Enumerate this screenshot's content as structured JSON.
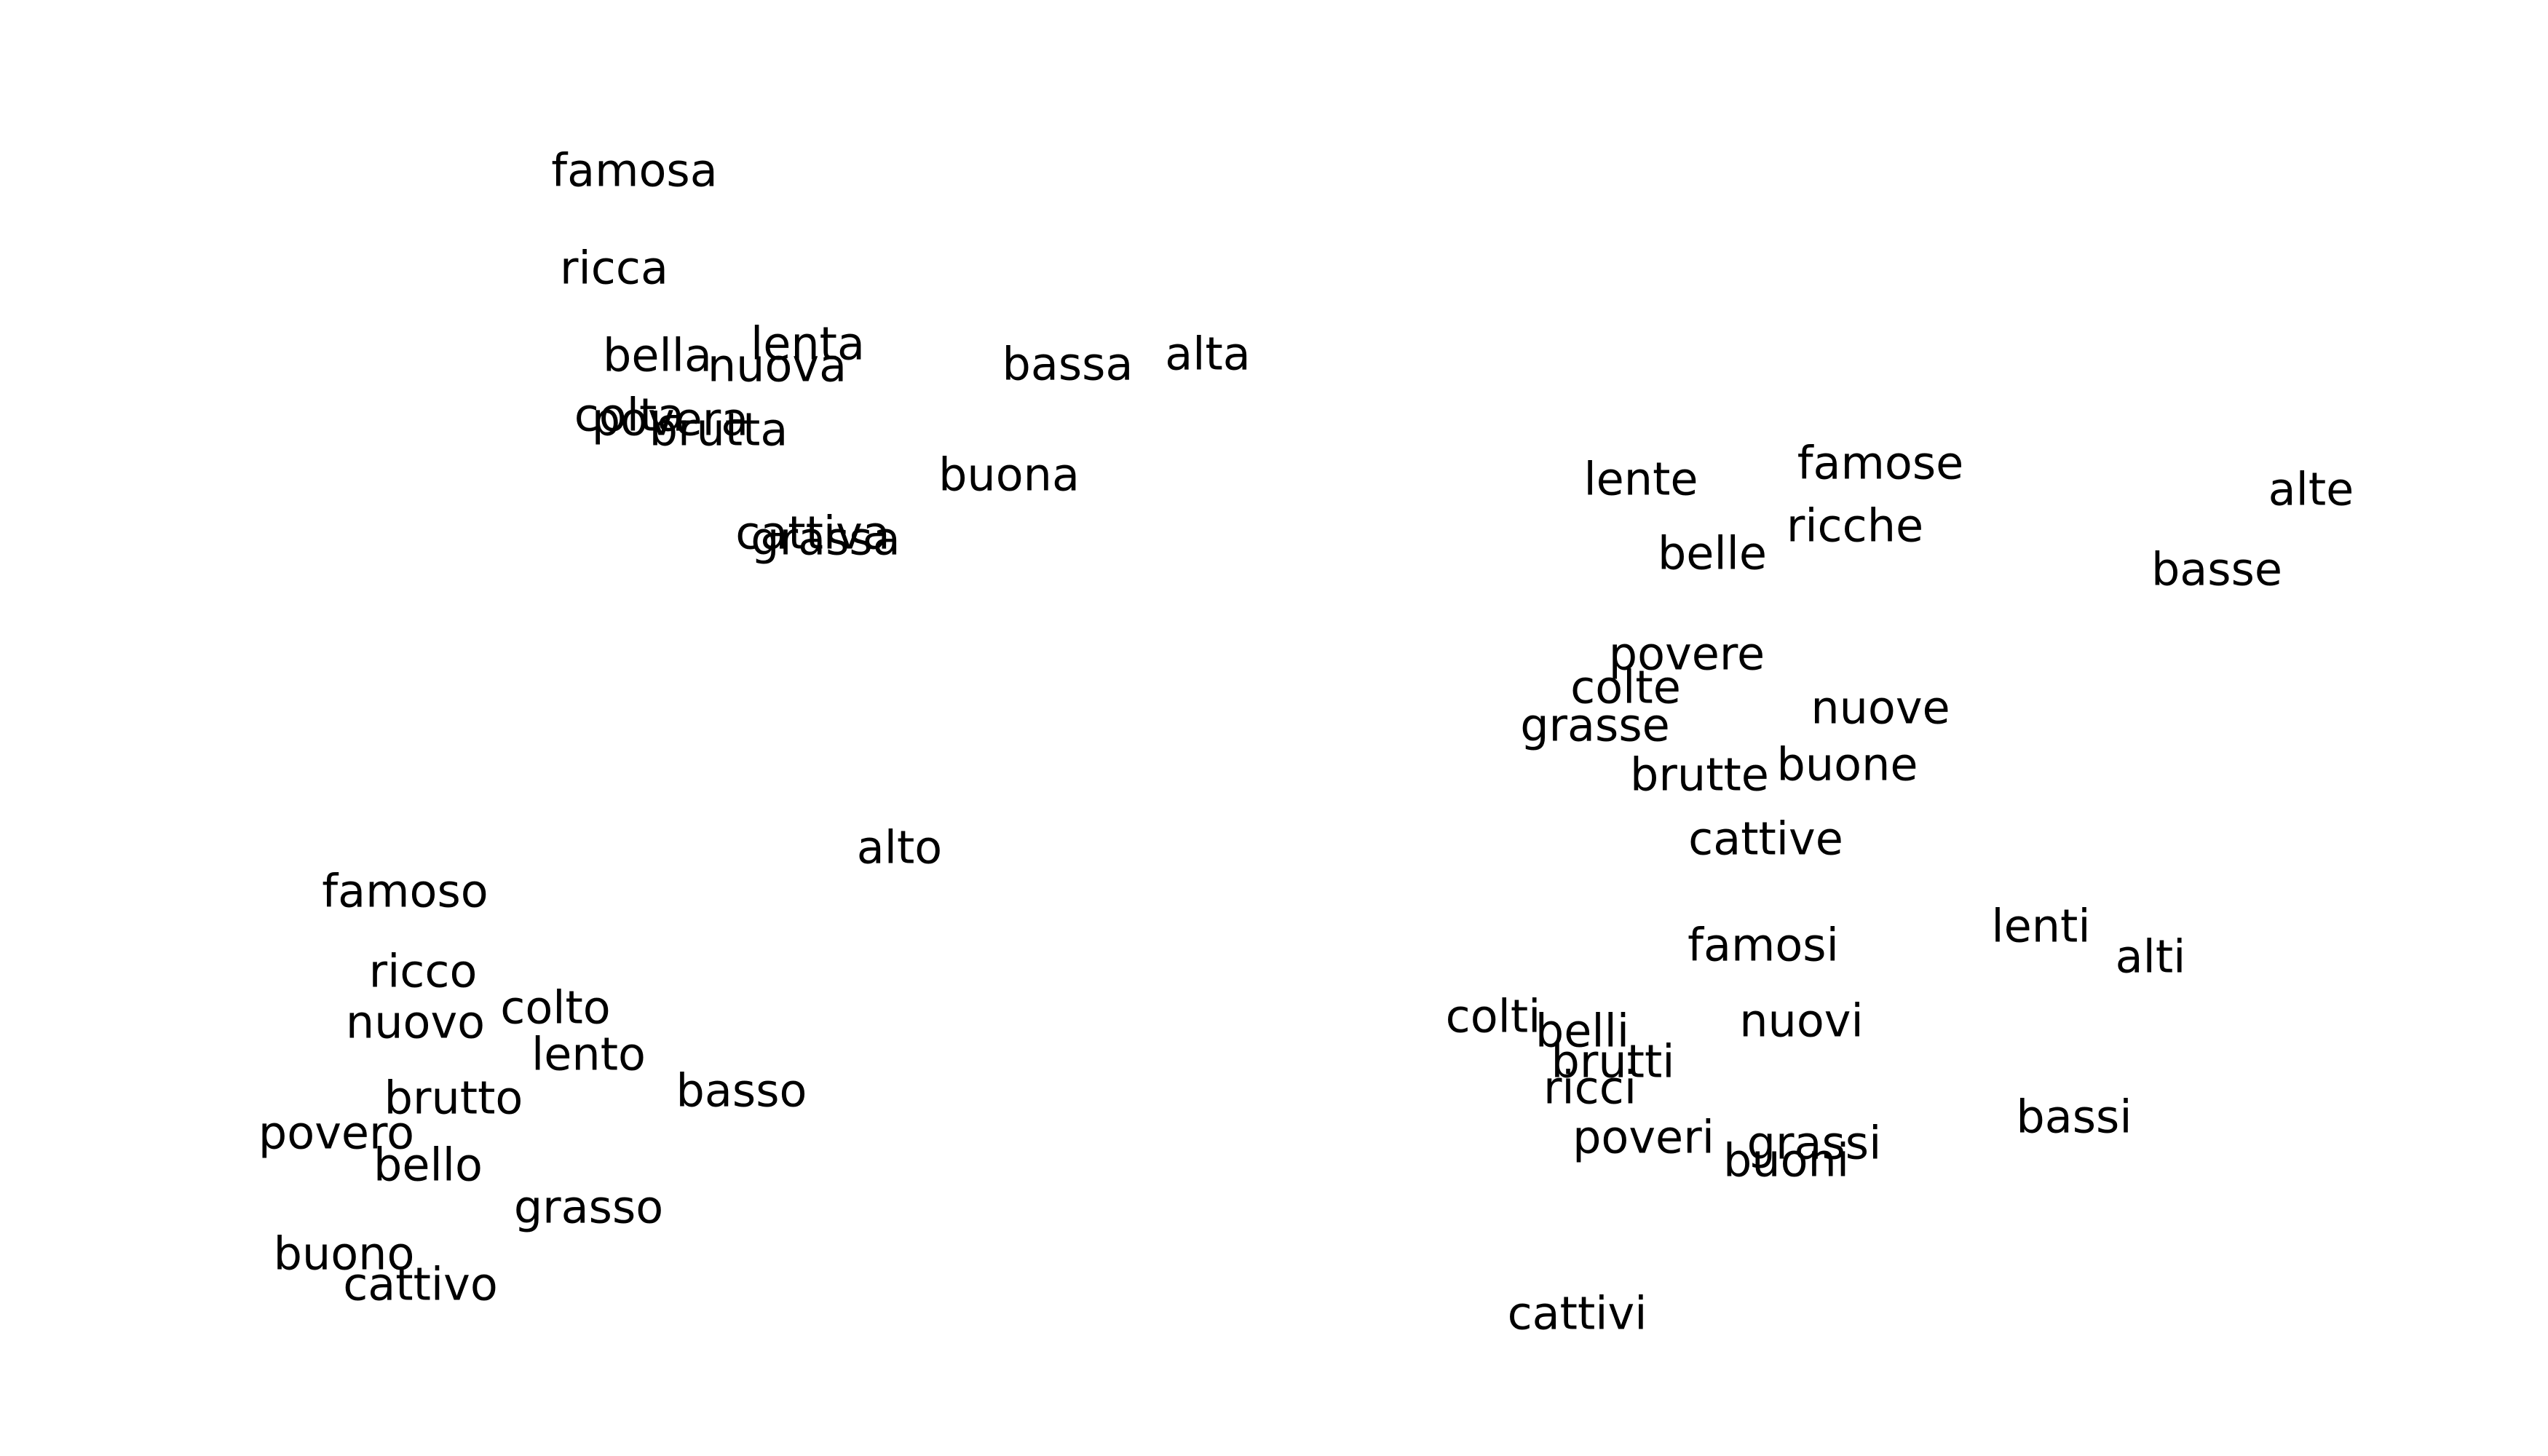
{
  "chart_data": {
    "type": "scatter",
    "title": "",
    "xlabel": "",
    "ylabel": "",
    "axes_visible": false,
    "grid": false,
    "xlim": [
      0,
      100
    ],
    "ylim": [
      0,
      100
    ],
    "points": [
      {
        "label": "famosa",
        "x": 24.9,
        "y": 88.3
      },
      {
        "label": "ricca",
        "x": 24.1,
        "y": 81.6
      },
      {
        "label": "bella",
        "x": 25.8,
        "y": 75.6
      },
      {
        "label": "lenta",
        "x": 31.7,
        "y": 76.4
      },
      {
        "label": "nuova",
        "x": 30.5,
        "y": 74.9
      },
      {
        "label": "bassa",
        "x": 41.9,
        "y": 75.0
      },
      {
        "label": "alta",
        "x": 47.4,
        "y": 75.7
      },
      {
        "label": "colta",
        "x": 24.7,
        "y": 71.5
      },
      {
        "label": "povera",
        "x": 26.3,
        "y": 71.2
      },
      {
        "label": "brutta",
        "x": 28.2,
        "y": 70.5
      },
      {
        "label": "buona",
        "x": 39.6,
        "y": 67.4
      },
      {
        "label": "cattiva",
        "x": 31.9,
        "y": 63.4
      },
      {
        "label": "grassa",
        "x": 32.4,
        "y": 63.0
      },
      {
        "label": "lente",
        "x": 64.4,
        "y": 67.1
      },
      {
        "label": "famose",
        "x": 73.8,
        "y": 68.2
      },
      {
        "label": "alte",
        "x": 90.7,
        "y": 66.4
      },
      {
        "label": "belle",
        "x": 67.2,
        "y": 62.0
      },
      {
        "label": "ricche",
        "x": 72.8,
        "y": 63.9
      },
      {
        "label": "basse",
        "x": 87.0,
        "y": 60.9
      },
      {
        "label": "povere",
        "x": 66.2,
        "y": 55.1
      },
      {
        "label": "colte",
        "x": 63.8,
        "y": 52.8
      },
      {
        "label": "grasse",
        "x": 62.6,
        "y": 50.2
      },
      {
        "label": "nuove",
        "x": 73.8,
        "y": 51.4
      },
      {
        "label": "brutte",
        "x": 66.7,
        "y": 46.8
      },
      {
        "label": "buone",
        "x": 72.5,
        "y": 47.5
      },
      {
        "label": "cattive",
        "x": 69.3,
        "y": 42.4
      },
      {
        "label": "alto",
        "x": 35.3,
        "y": 41.8
      },
      {
        "label": "famoso",
        "x": 15.9,
        "y": 38.8
      },
      {
        "label": "ricco",
        "x": 16.6,
        "y": 33.3
      },
      {
        "label": "nuovo",
        "x": 16.3,
        "y": 29.8
      },
      {
        "label": "colto",
        "x": 21.8,
        "y": 30.8
      },
      {
        "label": "lento",
        "x": 23.1,
        "y": 27.6
      },
      {
        "label": "basso",
        "x": 29.1,
        "y": 25.1
      },
      {
        "label": "brutto",
        "x": 17.8,
        "y": 24.6
      },
      {
        "label": "povero",
        "x": 13.2,
        "y": 22.2
      },
      {
        "label": "bello",
        "x": 16.8,
        "y": 20.0
      },
      {
        "label": "grasso",
        "x": 23.1,
        "y": 17.1
      },
      {
        "label": "buono",
        "x": 13.5,
        "y": 13.9
      },
      {
        "label": "cattivo",
        "x": 16.5,
        "y": 11.8
      },
      {
        "label": "famosi",
        "x": 69.2,
        "y": 35.1
      },
      {
        "label": "lenti",
        "x": 80.1,
        "y": 36.4
      },
      {
        "label": "alti",
        "x": 84.4,
        "y": 34.3
      },
      {
        "label": "colti",
        "x": 58.6,
        "y": 30.2
      },
      {
        "label": "belli",
        "x": 62.1,
        "y": 29.2
      },
      {
        "label": "nuovi",
        "x": 70.7,
        "y": 29.9
      },
      {
        "label": "brutti",
        "x": 63.3,
        "y": 27.1
      },
      {
        "label": "ricci",
        "x": 62.4,
        "y": 25.3
      },
      {
        "label": "bassi",
        "x": 81.4,
        "y": 23.3
      },
      {
        "label": "poveri",
        "x": 64.5,
        "y": 21.9
      },
      {
        "label": "grassi",
        "x": 71.2,
        "y": 21.5
      },
      {
        "label": "buoni",
        "x": 70.1,
        "y": 20.3
      },
      {
        "label": "cattivi",
        "x": 61.9,
        "y": 9.8
      }
    ]
  }
}
